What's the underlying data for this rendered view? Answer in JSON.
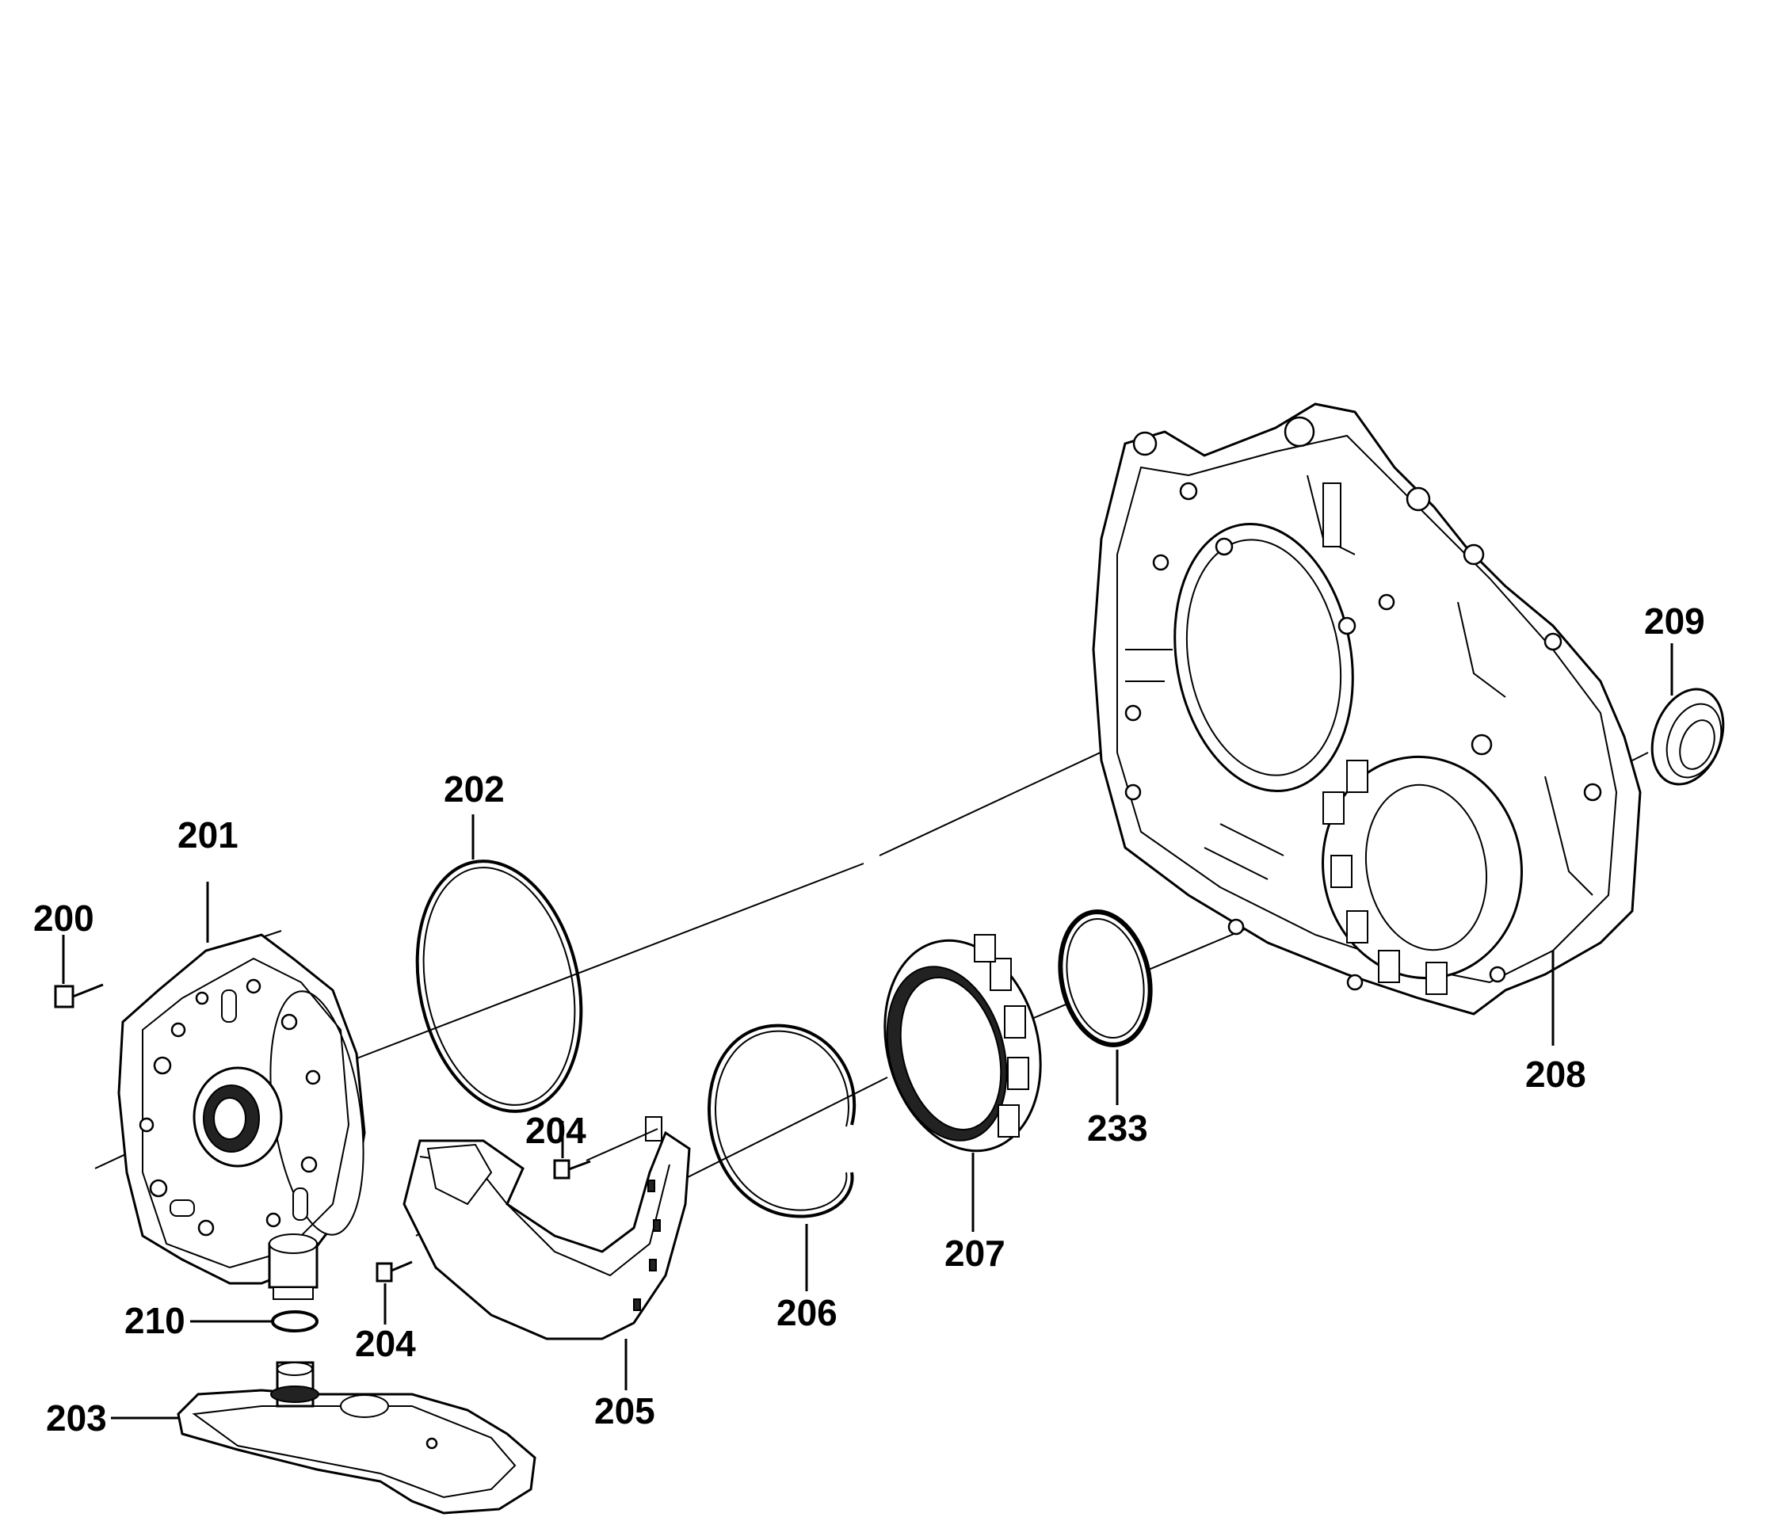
{
  "callouts": {
    "c200": "200",
    "c201": "201",
    "c202": "202",
    "c203": "203",
    "c204a": "204",
    "c204b": "204",
    "c205": "205",
    "c206": "206",
    "c207": "207",
    "c208": "208",
    "c209": "209",
    "c210": "210",
    "c233": "233"
  }
}
